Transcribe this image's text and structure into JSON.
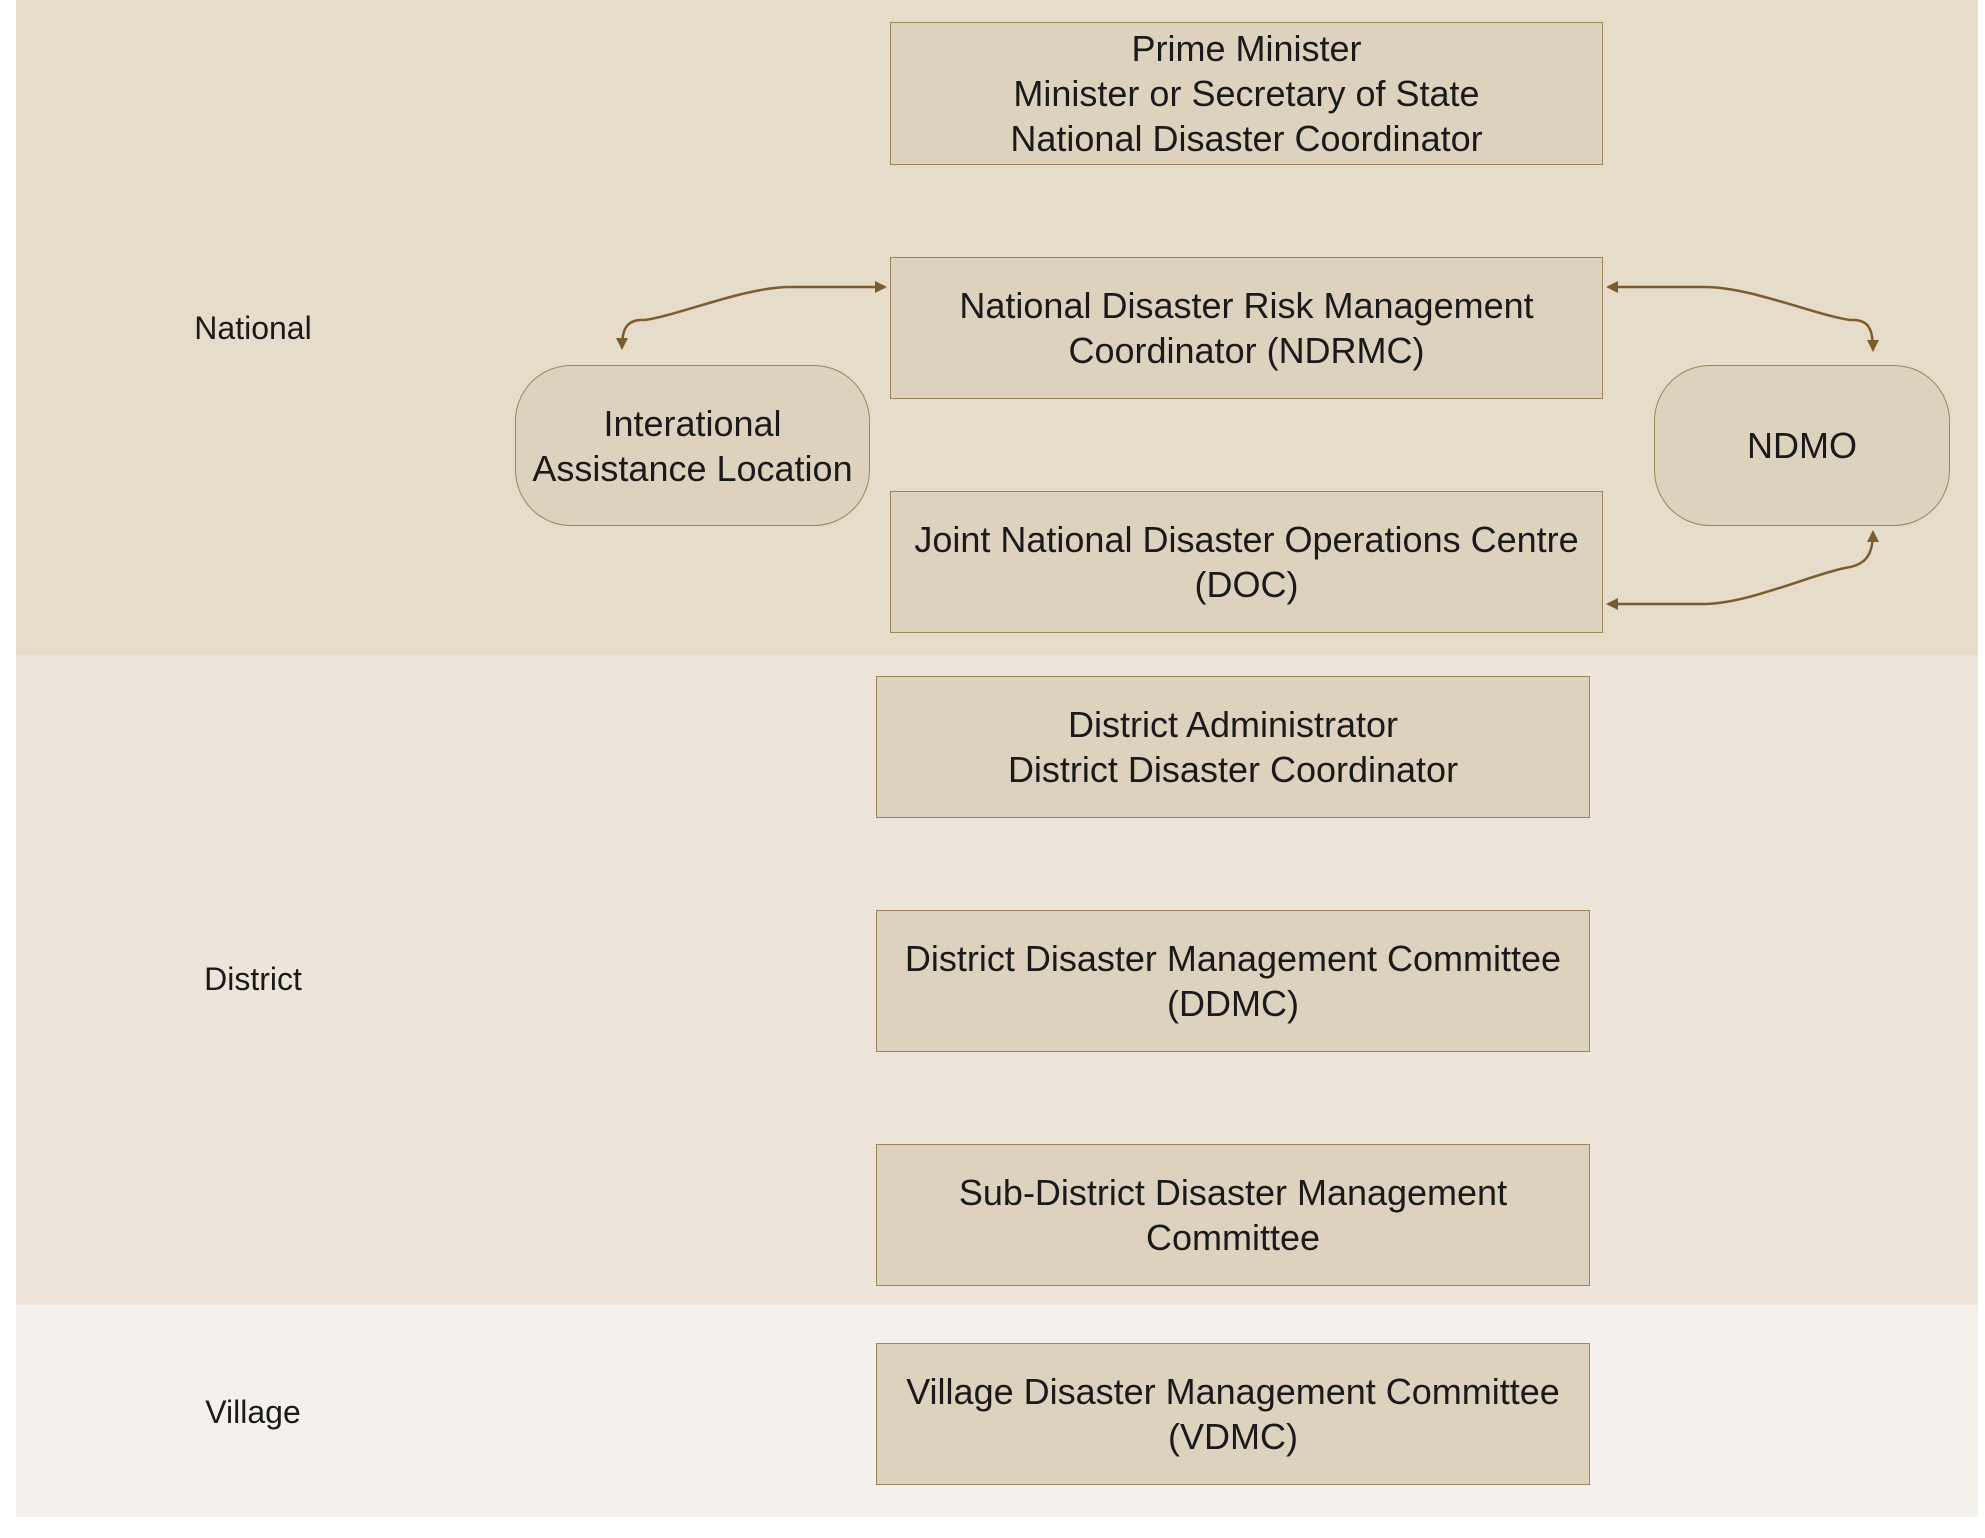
{
  "levels": {
    "national": "National",
    "district": "District",
    "village": "Village"
  },
  "boxes": {
    "pm": [
      "Prime Minister",
      "Minister or Secretary of State",
      "National Disaster Coordinator"
    ],
    "ndrmc": [
      "National Disaster Risk Management",
      "Coordinator (NDRMC)"
    ],
    "doc": [
      "Joint National Disaster Operations Centre",
      "(DOC)"
    ],
    "intl": [
      "Interational",
      "Assistance Location"
    ],
    "ndmo": [
      "NDMO"
    ],
    "district_admin": [
      "District Administrator",
      "District Disaster Coordinator"
    ],
    "ddmc": [
      "District Disaster Management Committee",
      "(DDMC)"
    ],
    "sub_district": [
      "Sub-District Disaster Management",
      "Committee"
    ],
    "vdmc": [
      "Village Disaster Management Committee",
      "(VDMC)"
    ]
  },
  "colors": {
    "national_band": "#e6dcca",
    "district_band": "#ede5d9",
    "village_band": "#f4f1ec",
    "box_fill": "#ddd2bd",
    "box_border": "#9c8556",
    "arrow": "#7a5c2e"
  }
}
